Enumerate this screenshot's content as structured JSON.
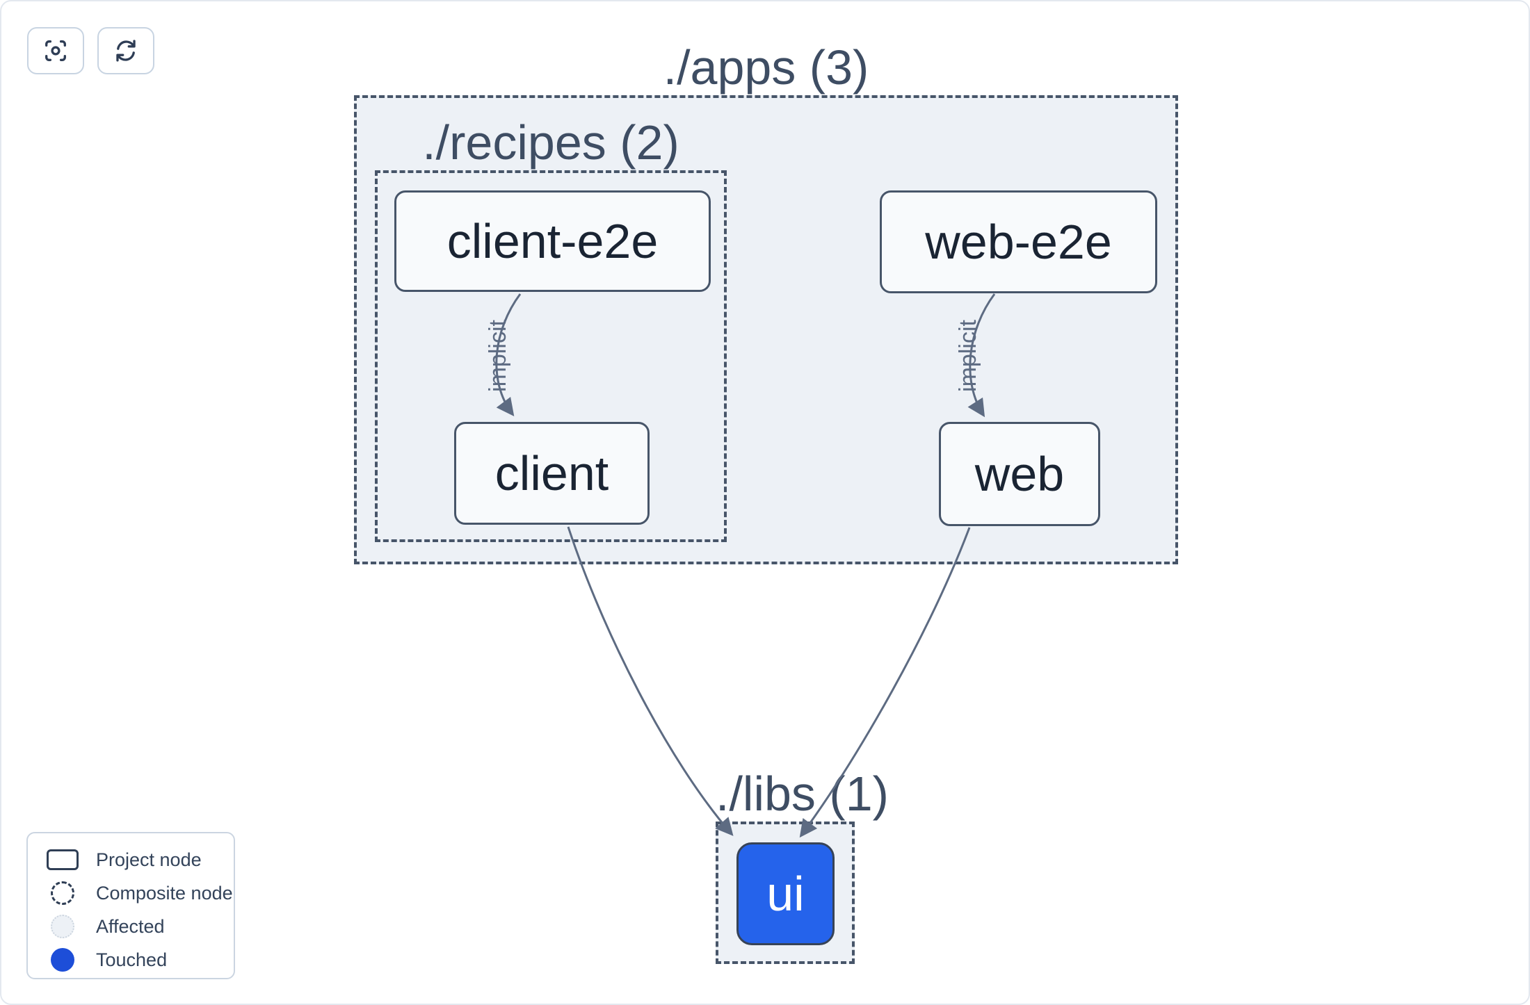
{
  "toolbar": {
    "buttons": [
      {
        "name": "center-graph",
        "icon": "focus-icon"
      },
      {
        "name": "refresh-graph",
        "icon": "refresh-icon"
      }
    ]
  },
  "graph": {
    "clusters": [
      {
        "id": "apps",
        "label": "./apps (3)",
        "count": 3
      },
      {
        "id": "recipes",
        "label": "./recipes (2)",
        "count": 2
      },
      {
        "id": "libs",
        "label": "./libs (1)",
        "count": 1
      }
    ],
    "nodes": [
      {
        "id": "client-e2e",
        "label": "client-e2e",
        "type": "project",
        "state": "default"
      },
      {
        "id": "web-e2e",
        "label": "web-e2e",
        "type": "project",
        "state": "default"
      },
      {
        "id": "client",
        "label": "client",
        "type": "project",
        "state": "default"
      },
      {
        "id": "web",
        "label": "web",
        "type": "project",
        "state": "default"
      },
      {
        "id": "ui",
        "label": "ui",
        "type": "project",
        "state": "touched"
      }
    ],
    "edges": [
      {
        "from": "client-e2e",
        "to": "client",
        "label": "implicit"
      },
      {
        "from": "web-e2e",
        "to": "web",
        "label": "implicit"
      },
      {
        "from": "client",
        "to": "ui",
        "label": ""
      },
      {
        "from": "web",
        "to": "ui",
        "label": ""
      }
    ]
  },
  "legend": {
    "items": [
      {
        "icon": "project-node-swatch",
        "label": "Project node"
      },
      {
        "icon": "composite-node-swatch",
        "label": "Composite node"
      },
      {
        "icon": "affected-swatch",
        "label": "Affected"
      },
      {
        "icon": "touched-swatch",
        "label": "Touched"
      }
    ]
  },
  "colors": {
    "cluster_fill": "#edf1f6",
    "cluster_border": "#475569",
    "node_fill": "#f8fafc",
    "node_border": "#475569",
    "node_text": "#1a2433",
    "edge": "#5d6b82",
    "touched_node_fill": "#2563eb",
    "legend_touched": "#1d4ed8",
    "legend_affected_fill": "#edf1f6"
  }
}
